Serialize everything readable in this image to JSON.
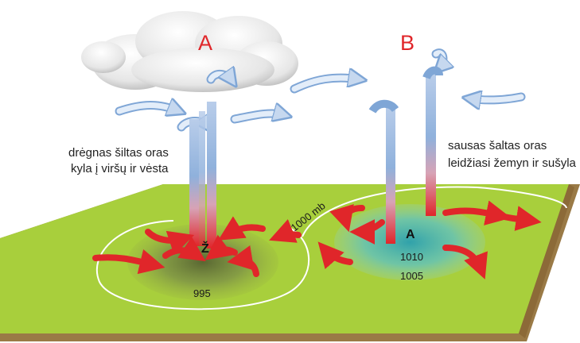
{
  "labels": {
    "cell_a": "A",
    "cell_b": "B",
    "left_text_line1": "drėgnas šiltas oras",
    "left_text_line2": "kyla į viršų ir vėsta",
    "right_text_line1": "sausas šaltas oras",
    "right_text_line2": "leidžiasi žemyn ir sušyla",
    "low_center": "Ž",
    "high_center": "A",
    "isobar_1000": "1000 mb",
    "low_isobar_995": "995",
    "high_isobar_1010": "1010",
    "high_isobar_1005": "1005"
  },
  "colors": {
    "ground": "#a8cf3c",
    "ground_edge": "#9a7a46",
    "warm_arrow": "#e0262a",
    "cold_arrow": "#7fa6d6",
    "low_zone": "#6d7a4a",
    "high_zone": "#3ab4bf",
    "label_red": "#e0262a"
  },
  "icons": [
    "cloud-icon",
    "arrow-icon"
  ]
}
